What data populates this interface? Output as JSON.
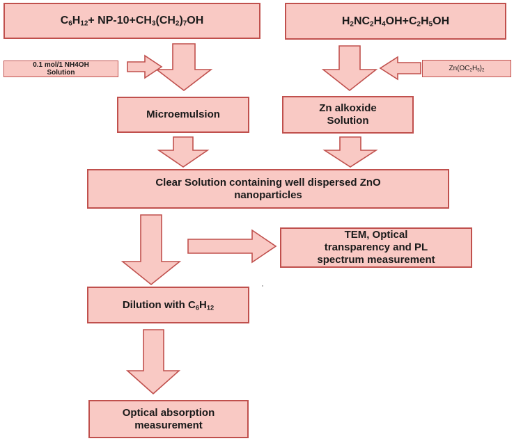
{
  "nodes": {
    "reactants_left": {
      "parts": [
        "C",
        "6",
        "H",
        "12",
        "+ NP-10+CH",
        "3",
        "(CH",
        "2",
        ")",
        "7",
        "OH"
      ],
      "sub": [
        false,
        true,
        false,
        true,
        false,
        true,
        false,
        true,
        false,
        true,
        false
      ]
    },
    "reactants_right": {
      "parts": [
        "H",
        "2",
        "NC",
        "2",
        "H",
        "4",
        "OH+C",
        "2",
        "H",
        "5",
        "OH"
      ],
      "sub": [
        false,
        true,
        false,
        true,
        false,
        true,
        false,
        true,
        false,
        true,
        false
      ]
    },
    "ammonia_solution": {
      "line1": "0.1 mol/1 NH4OH",
      "line2": "Solution"
    },
    "zinc_ethoxide": {
      "parts": [
        "Zn(OC",
        "2",
        "H",
        "5",
        ")",
        "2"
      ],
      "sub": [
        false,
        true,
        false,
        true,
        false,
        true
      ]
    },
    "microemulsion": {
      "label": "Microemulsion"
    },
    "zn_alkoxide": {
      "line1": "Zn alkoxide",
      "line2": "Solution"
    },
    "clear_solution": {
      "line1": "Clear Solution containing well dispersed ZnO",
      "line2": "nanoparticles"
    },
    "characterization": {
      "line1": "TEM, Optical",
      "line2": "transparency and PL",
      "line3": "spectrum measurement"
    },
    "dilution": {
      "parts": [
        "Dilution with C",
        "6",
        "H",
        "12"
      ],
      "sub": [
        false,
        true,
        false,
        true
      ]
    },
    "optical_absorption": {
      "line1": "Optical absorption",
      "line2": "measurement"
    }
  },
  "colors": {
    "box_fill": "#f9c9c4",
    "box_border": "#c0504d",
    "text": "#1a1a1a"
  }
}
